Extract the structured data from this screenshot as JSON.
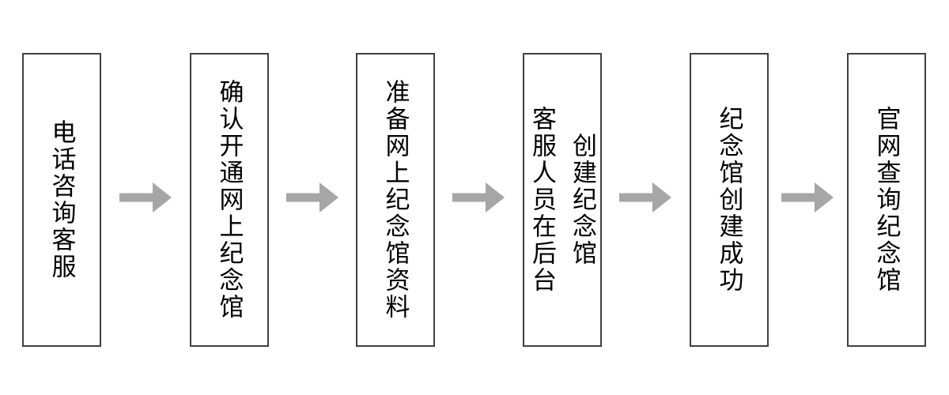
{
  "flowchart": {
    "title": "online-memorial-creation-process",
    "direction": "left-to-right",
    "connector_style": "right-arrow",
    "colors": {
      "background": "#ffffff",
      "box_fill": "#ffffff",
      "box_border": "#404040",
      "text": "#000000",
      "arrow": "#a6a6a6"
    },
    "steps": [
      {
        "order": 1,
        "text": "电话咨询客服",
        "lines": [
          "电话咨询客服"
        ]
      },
      {
        "order": 2,
        "text": "确认开通网上纪念馆",
        "lines": [
          "确认开通网上纪念馆"
        ]
      },
      {
        "order": 3,
        "text": "准备网上纪念馆资料",
        "lines": [
          "准备网上纪念馆资料"
        ]
      },
      {
        "order": 4,
        "text": "客服人员在后台创建纪念馆",
        "lines": [
          "客服人员在后台",
          "创建纪念馆"
        ]
      },
      {
        "order": 5,
        "text": "纪念馆创建成功",
        "lines": [
          "纪念馆创建成功"
        ]
      },
      {
        "order": 6,
        "text": "官网查询纪念馆",
        "lines": [
          "官网查询纪念馆"
        ]
      }
    ]
  }
}
